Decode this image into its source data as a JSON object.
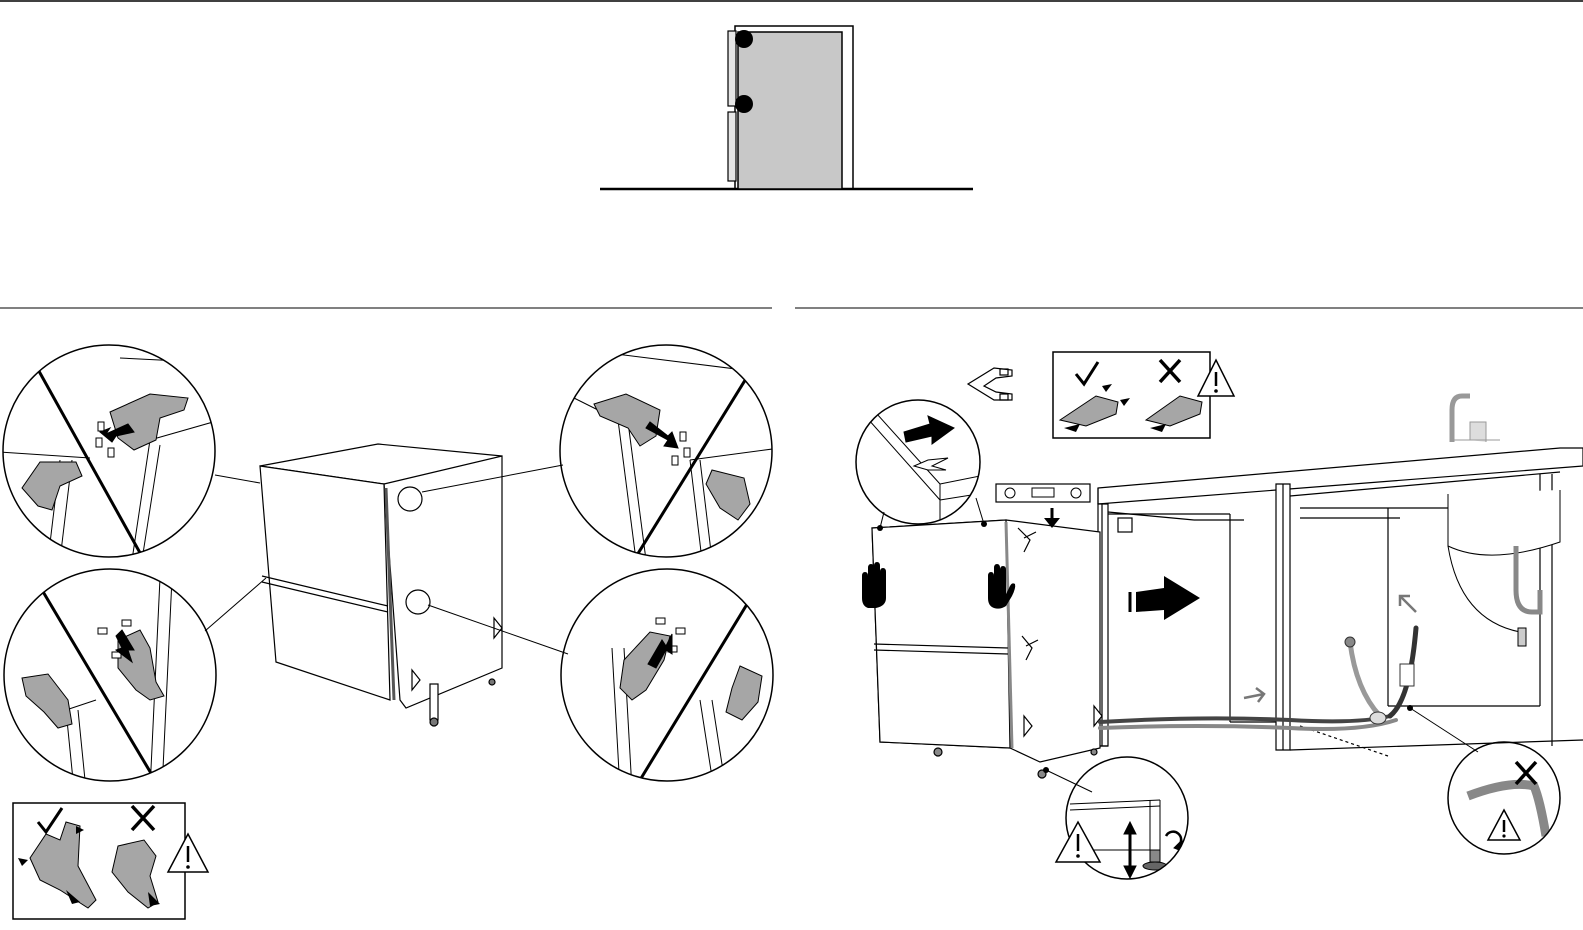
{
  "document": {
    "type": "installation-instructions-page",
    "text": []
  },
  "symbols": {
    "correct": "check-mark-icon",
    "incorrect": "cross-icon",
    "warning": "warning-triangle-icon",
    "hand": "hand-icon"
  },
  "colors": {
    "line": "#000000",
    "door_fill": "#c8c8c8",
    "part_fill": "#a6a6a6",
    "background": "#ffffff"
  },
  "figures": [
    {
      "id": "door-hinge-side",
      "caption": ""
    },
    {
      "id": "hinge-adjustment",
      "caption": ""
    },
    {
      "id": "appliance-installation",
      "caption": ""
    }
  ]
}
